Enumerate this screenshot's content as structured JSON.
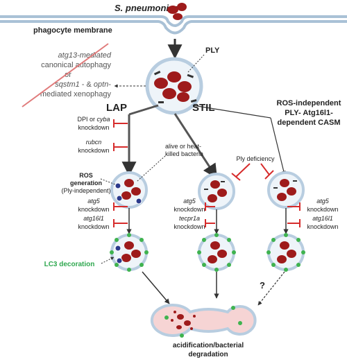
{
  "title": "S. pneumoniae",
  "membrane_label": "phagocyte membrane",
  "ply_label": "PLY",
  "crossed_out": {
    "line1": "atg13-mediated",
    "line2": "canonical autophagy",
    "line3": "or",
    "line4a": "sqstm1",
    "line4b": " - & ",
    "line4c": "optn",
    "line4d": "-",
    "line5": "mediated xenophagy"
  },
  "pathways": {
    "lap": "LAP",
    "stil": "STIL",
    "casm_line1": "ROS-independent",
    "casm_line2": "PLY- Atg16l1-",
    "casm_line3": "dependent CASM"
  },
  "knockdowns": {
    "dpi_1a": "DPI or ",
    "dpi_1b": "cyba",
    "dpi_2": "knockdown",
    "rubcn_1": "rubcn",
    "rubcn_2": "knockdown",
    "kd": "knockdown",
    "atg5": "atg5",
    "atg16l1": "atg16l1",
    "tecpr1a": "tecpr1a"
  },
  "ros_label_1": "ROS",
  "ros_label_2": "generation",
  "ros_label_3": "(Ply-independent)",
  "bacteria_note_1": "alive or heat-",
  "bacteria_note_2": "killed bacteria",
  "ply_deficiency": "Ply deficiency",
  "lc3_label": "LC3 decoration",
  "question_mark": "?",
  "outcome_1": "acidification/bacterial",
  "outcome_2": "degradation",
  "colors": {
    "bacterium": "#9e1b1b",
    "membrane": "#b8cde0",
    "inhibition": "#d62b2b",
    "lc3": "#3fb34f",
    "ros": "#2b3a8c",
    "lysosome": "#f3c4c4"
  }
}
